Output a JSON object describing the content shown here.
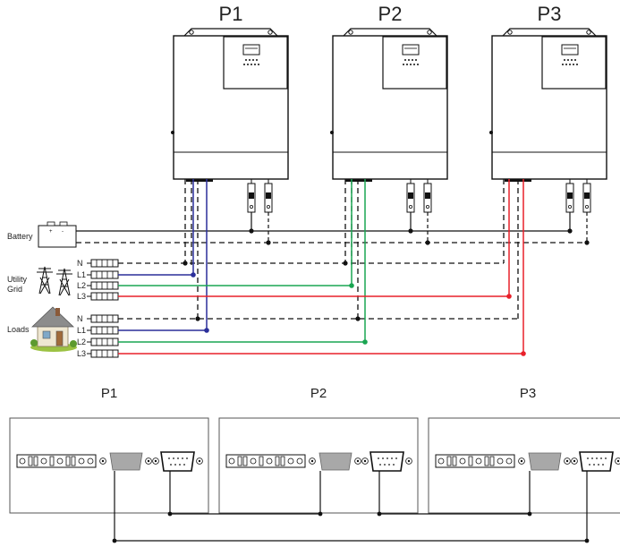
{
  "units": {
    "top_labels": [
      "P1",
      "P2",
      "P3"
    ],
    "bottom_labels": [
      "P1",
      "P2",
      "P3"
    ]
  },
  "sources": {
    "battery": "Battery",
    "utility": [
      "Utility",
      "Grid"
    ],
    "loads": "Loads"
  },
  "phases": {
    "utility": [
      "N",
      "L1",
      "L2",
      "L3"
    ],
    "loads": [
      "N",
      "L1",
      "L2",
      "L3"
    ]
  },
  "colors": {
    "line": "#111111",
    "L1": "#2b2f9a",
    "L2": "#1aa552",
    "L3": "#e8202a",
    "connector_gray": "#a8a8a8"
  },
  "icons": {
    "battery": "battery-icon",
    "grid": "transmission-tower-icon",
    "house": "house-icon",
    "breaker": "breaker-icon",
    "display": "lcd-display-icon"
  }
}
